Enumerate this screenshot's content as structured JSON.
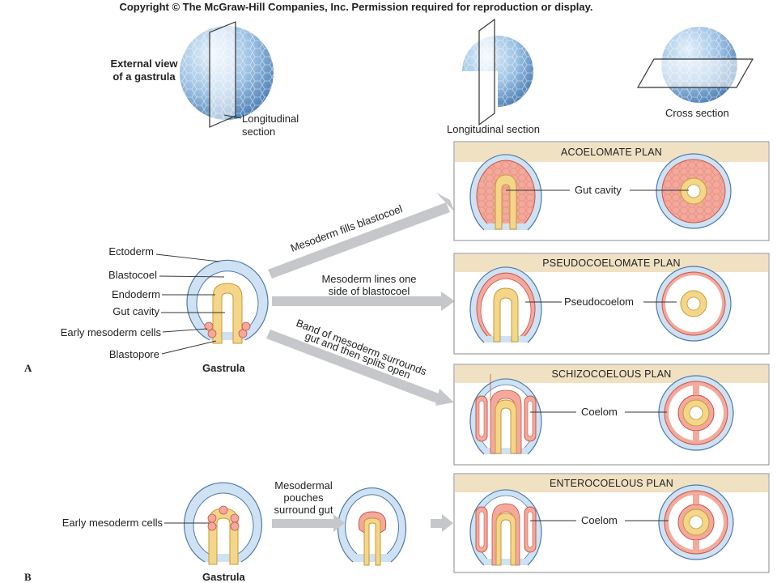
{
  "copyright": "Copyright © The McGraw-Hill Companies, Inc. Permission required for reproduction or display.",
  "top": {
    "external_view": [
      "External view",
      "of a gastrula"
    ],
    "longitudinal_section_left": [
      "Longitudinal",
      "section"
    ],
    "longitudinal_section_mid": "Longitudinal section",
    "cross_section": "Cross section"
  },
  "part_a": {
    "letter": "A",
    "gastrula_labels": [
      "Ectoderm",
      "Blastocoel",
      "Endoderm",
      "Gut cavity",
      "Early mesoderm cells",
      "Blastopore"
    ],
    "gastrula_caption": "Gastrula",
    "arrows": {
      "to_acoelomate": "Mesoderm fills blastocoel",
      "to_pseudo": [
        "Mesoderm lines one",
        "side of blastocoel"
      ],
      "to_schizo": [
        "Band of mesoderm surrounds",
        "gut and then splits open"
      ]
    }
  },
  "part_b": {
    "letter": "B",
    "label": "Early mesoderm cells",
    "arrow_text": [
      "Mesodermal",
      "pouches",
      "surround gut"
    ],
    "gastrula_caption": "Gastrula"
  },
  "panels": [
    {
      "title": "ACOELOMATE PLAN",
      "label": "Gut cavity"
    },
    {
      "title": "PSEUDOCOELOMATE PLAN",
      "label": "Pseudocoelom"
    },
    {
      "title": "SCHIZOCOELOUS PLAN",
      "label": "Coelom"
    },
    {
      "title": "ENTEROCOELOUS PLAN",
      "label": "Coelom"
    }
  ],
  "colors": {
    "ectoderm": "#a9cbe8",
    "ectoderm_stroke": "#4d7aa6",
    "endoderm": "#f3d68a",
    "endoderm_stroke": "#c79a35",
    "mesoderm": "#f3a99b",
    "mesoderm_stroke": "#c8554a",
    "panel_bg": "#f1e1c3",
    "arrow": "#c6c7ca"
  }
}
